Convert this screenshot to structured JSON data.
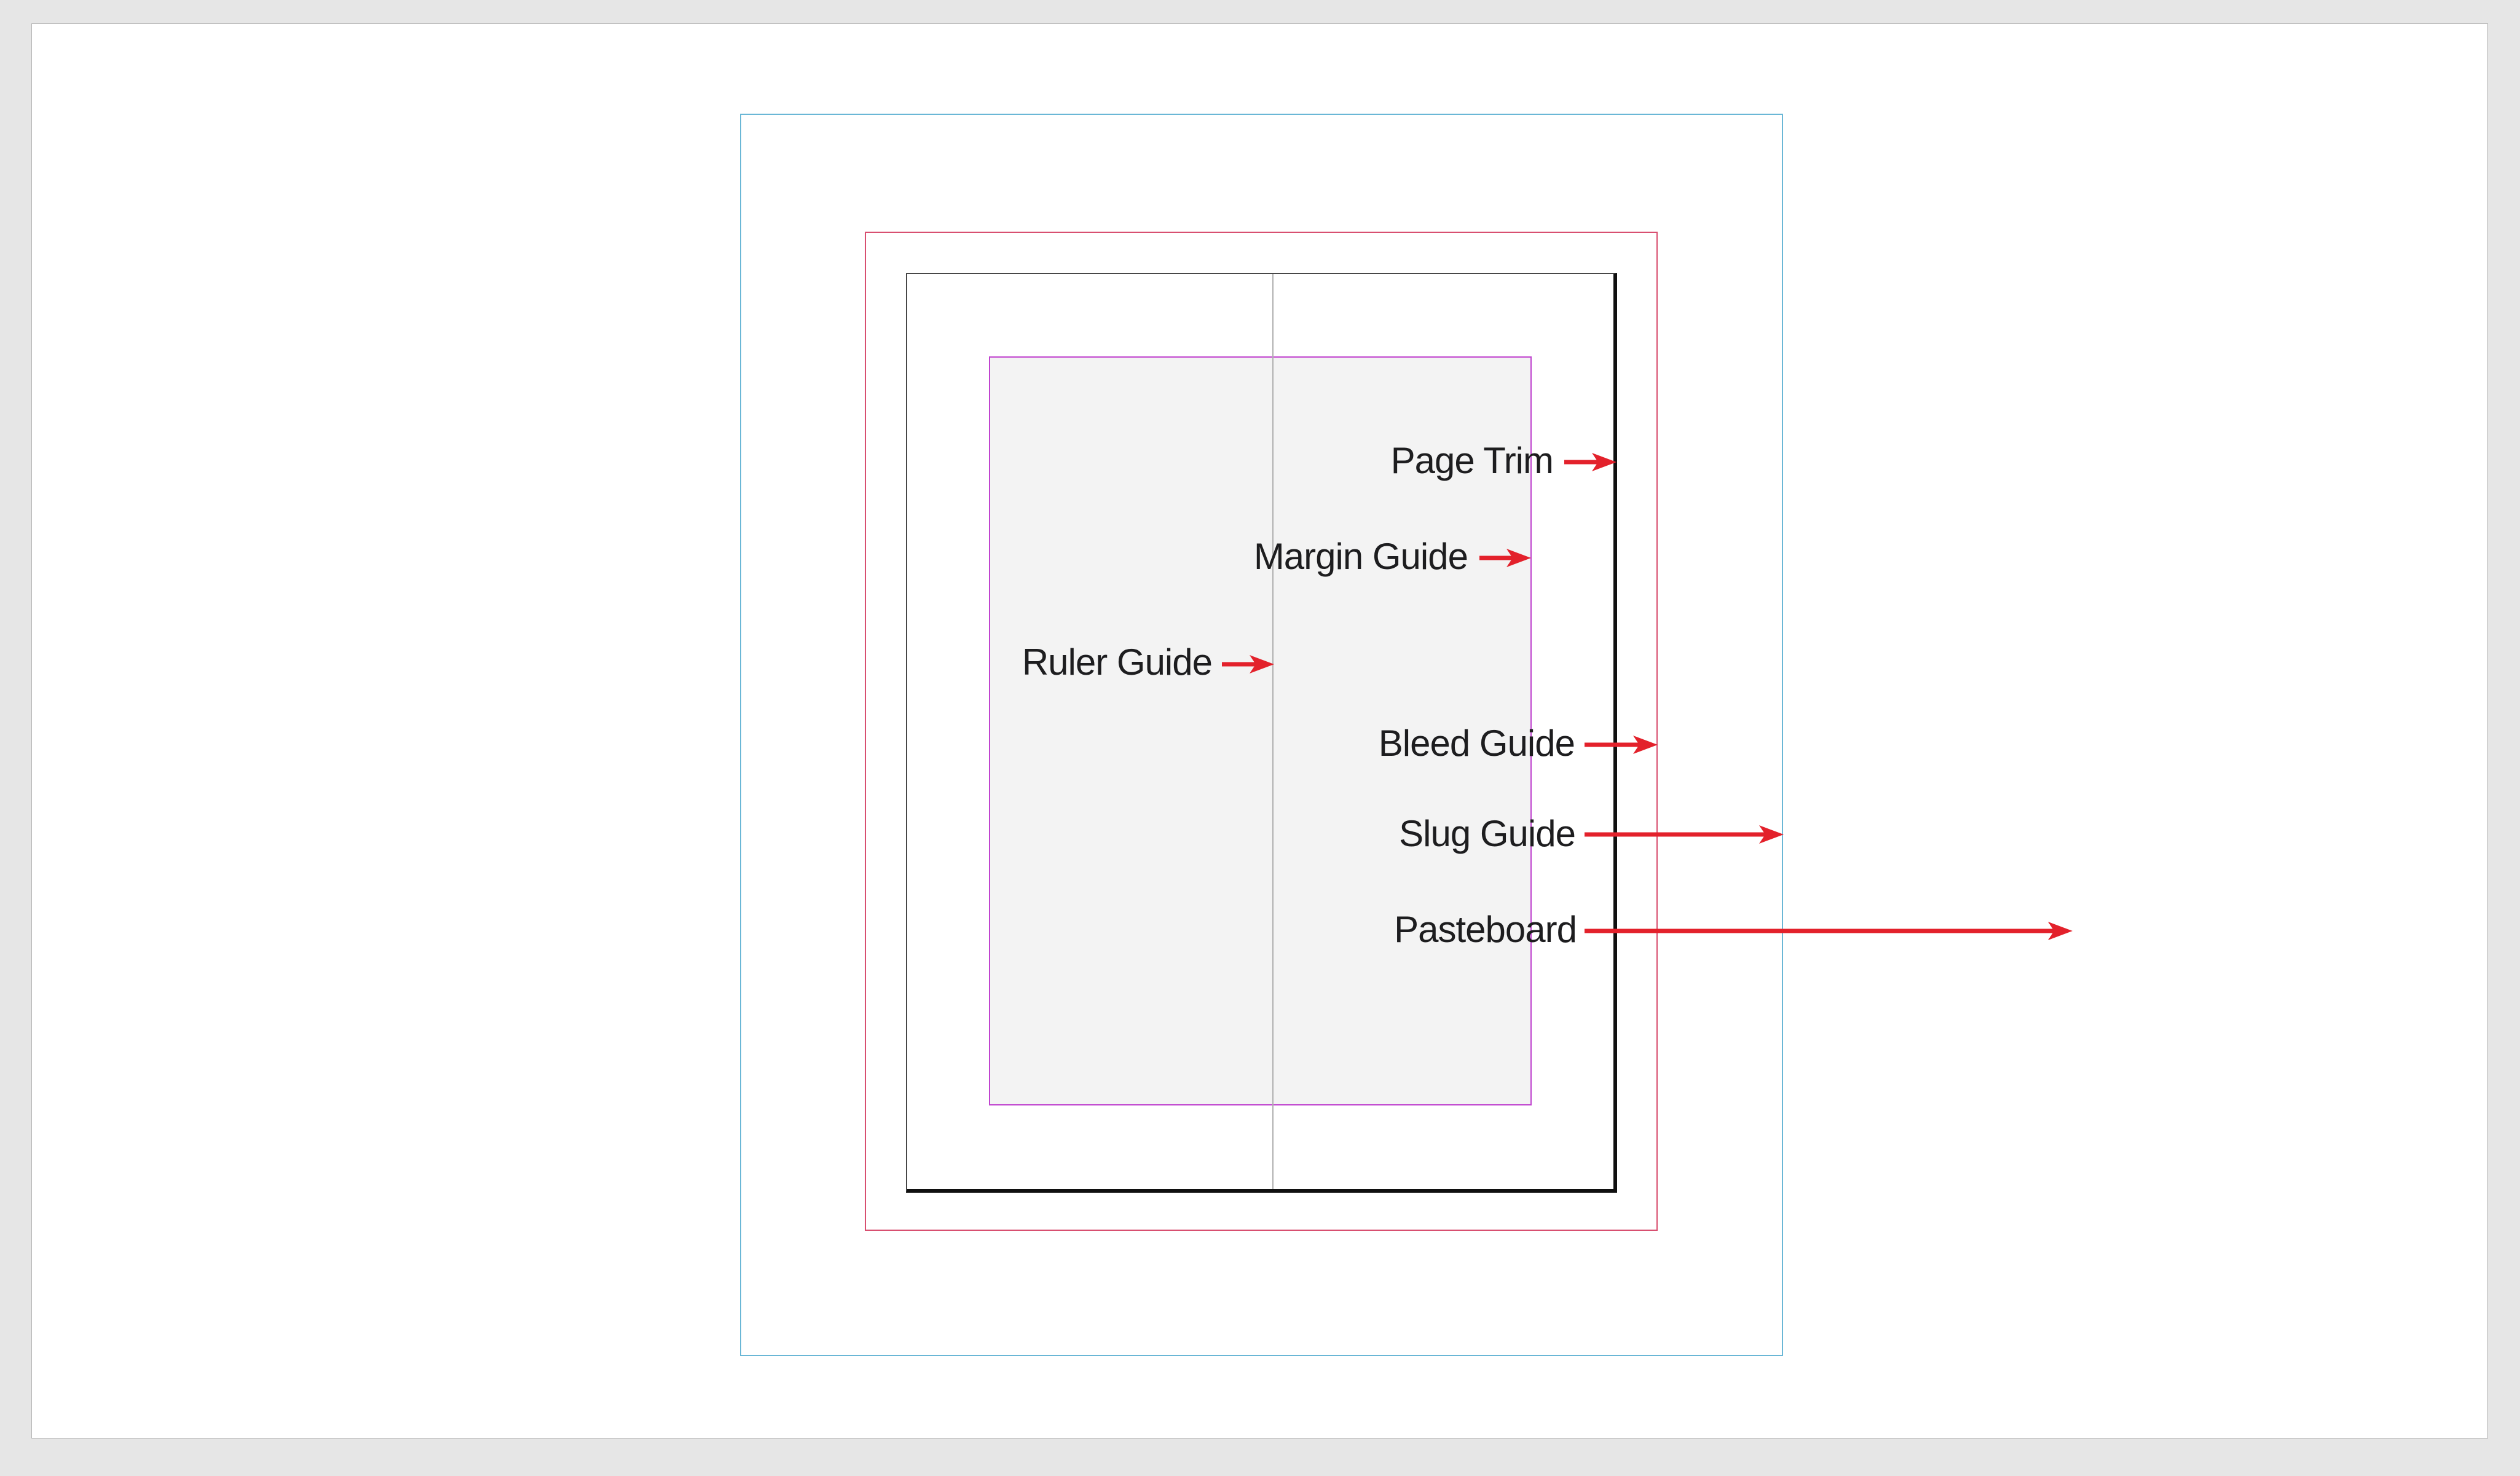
{
  "diagram": {
    "description": "Page layout guides diagram",
    "labels": [
      {
        "id": "page-trim",
        "text": "Page Trim"
      },
      {
        "id": "margin-guide",
        "text": "Margin Guide"
      },
      {
        "id": "ruler-guide",
        "text": "Ruler Guide"
      },
      {
        "id": "bleed-guide",
        "text": "Bleed Guide"
      },
      {
        "id": "slug-guide",
        "text": "Slug Guide"
      },
      {
        "id": "pasteboard",
        "text": "Pasteboard"
      }
    ],
    "colors": {
      "background_gray": "#e6e6e6",
      "pasteboard_white": "#ffffff",
      "pasteboard_border": "#b5b5b5",
      "slug_guide": "#6ab7d6",
      "bleed_guide": "#d84f70",
      "page_trim_edge": "#101010",
      "margin_guide": "#c043cf",
      "margin_fill": "#f3f3f3",
      "ruler_guide": "#b0b0b0",
      "arrow_red": "#e3212b",
      "label_text": "#1d1d1f"
    }
  }
}
